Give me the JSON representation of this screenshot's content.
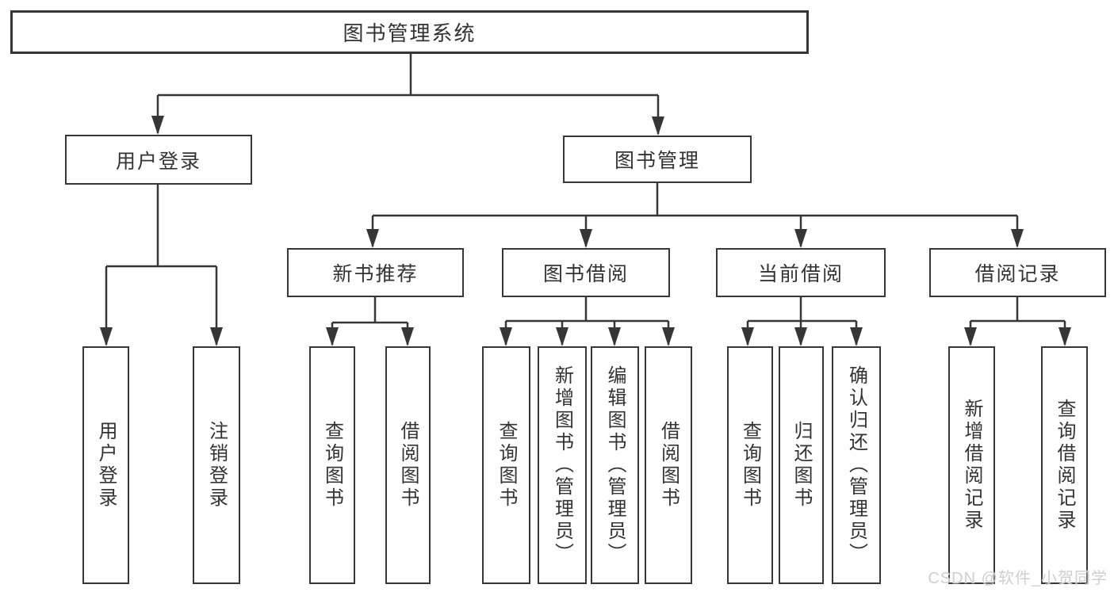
{
  "diagram": {
    "type": "hierarchy-tree",
    "root": {
      "label": "图书管理系统"
    },
    "level2": [
      {
        "id": "user-login",
        "label": "用户登录",
        "parent": "图书管理系统"
      },
      {
        "id": "book-management",
        "label": "图书管理",
        "parent": "图书管理系统"
      }
    ],
    "level3": [
      {
        "id": "new-book-recommend",
        "label": "新书推荐",
        "parent": "图书管理"
      },
      {
        "id": "book-borrow",
        "label": "图书借阅",
        "parent": "图书管理"
      },
      {
        "id": "current-borrow",
        "label": "当前借阅",
        "parent": "图书管理"
      },
      {
        "id": "borrow-records",
        "label": "借阅记录",
        "parent": "图书管理"
      }
    ],
    "leaves": [
      {
        "id": "login",
        "label": "用户登录",
        "parent": "用户登录"
      },
      {
        "id": "logout",
        "label": "注销登录",
        "parent": "用户登录"
      },
      {
        "id": "recommend-query",
        "label": "查询图书",
        "parent": "新书推荐"
      },
      {
        "id": "recommend-borrow",
        "label": "借阅图书",
        "parent": "新书推荐"
      },
      {
        "id": "borrow-query",
        "label": "查询图书",
        "parent": "图书借阅"
      },
      {
        "id": "borrow-add",
        "label": "新增图书（管理员）",
        "parent": "图书借阅"
      },
      {
        "id": "borrow-edit",
        "label": "编辑图书（管理员）",
        "parent": "图书借阅"
      },
      {
        "id": "borrow-borrow",
        "label": "借阅图书",
        "parent": "图书借阅"
      },
      {
        "id": "current-query",
        "label": "查询图书",
        "parent": "当前借阅"
      },
      {
        "id": "current-return",
        "label": "归还图书",
        "parent": "当前借阅"
      },
      {
        "id": "current-confirm",
        "label": "确认归还（管理员）",
        "parent": "当前借阅"
      },
      {
        "id": "records-add",
        "label": "新增借阅记录",
        "parent": "借阅记录"
      },
      {
        "id": "records-query",
        "label": "查询借阅记录",
        "parent": "借阅记录"
      }
    ],
    "colors": {
      "line": "#363636",
      "box_border": "#363636",
      "box_fill": "#ffffff",
      "text": "#333333",
      "background": "#ffffff"
    }
  },
  "watermark": {
    "text": "CSDN @软件_小贺同学",
    "color": "#cfcfcf"
  }
}
